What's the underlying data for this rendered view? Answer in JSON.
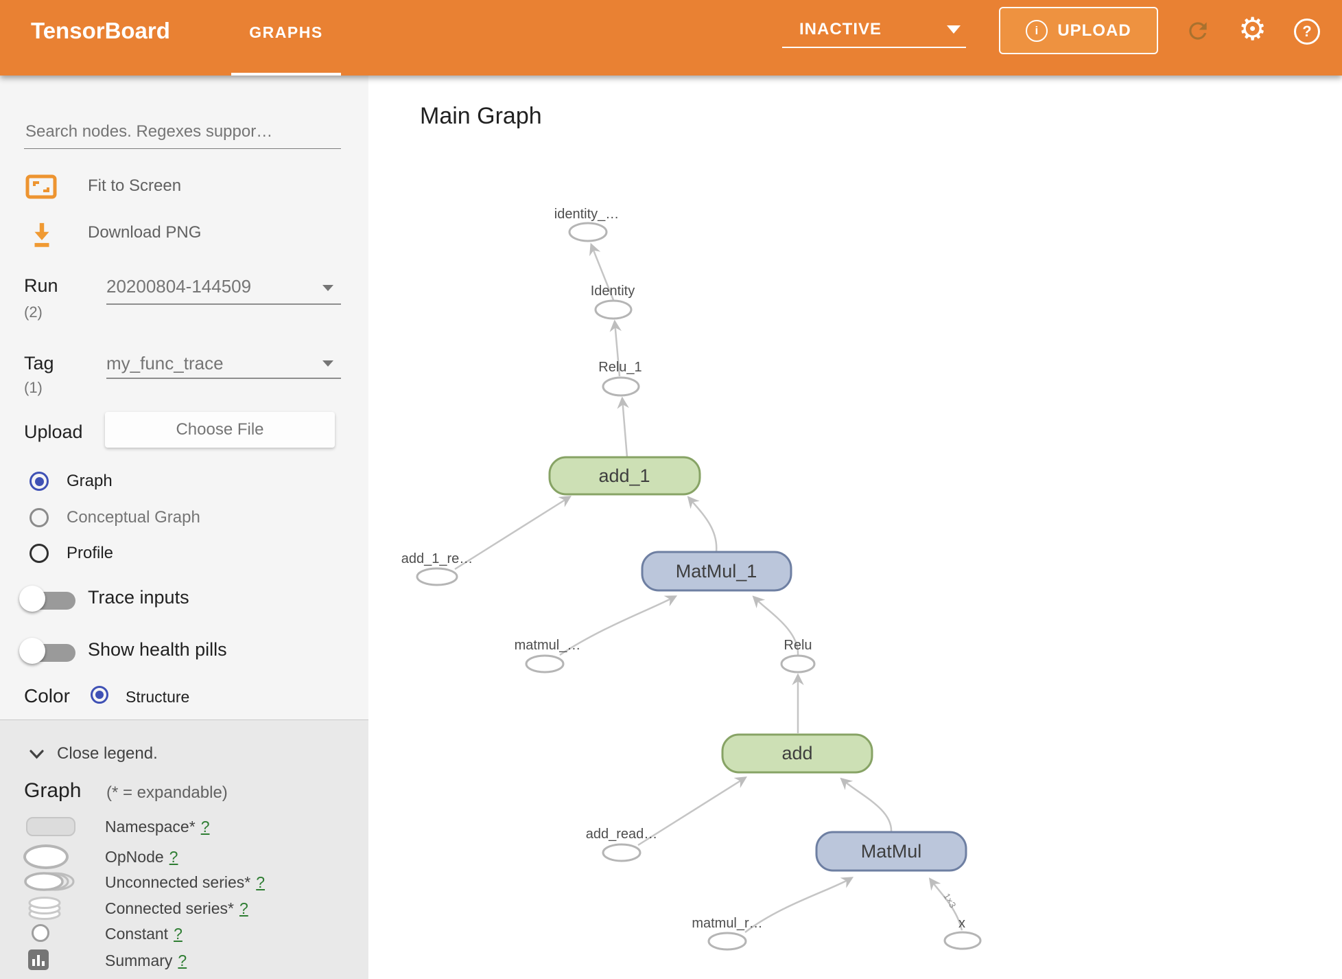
{
  "colors": {
    "header_bg": "#E98133",
    "accent_blue": "#3F51B5",
    "node_green_fill": "#CDE0B5",
    "node_green_border": "#87A365",
    "node_blue_fill": "#BBC6DB",
    "node_blue_border": "#6E7FA2",
    "edge_gray": "#C5C5C5",
    "help_link_green": "#2E7D32"
  },
  "header": {
    "logo": "TensorBoard",
    "tab": "GRAPHS",
    "status": "INACTIVE",
    "upload": "UPLOAD"
  },
  "sidebar": {
    "search_placeholder": "Search nodes. Regexes suppor…",
    "fit_to_screen": "Fit to Screen",
    "download_png": "Download PNG",
    "run": {
      "label": "Run",
      "count": "(2)",
      "value": "20200804-144509"
    },
    "tag": {
      "label": "Tag",
      "count": "(1)",
      "value": "my_func_trace"
    },
    "upload": {
      "label": "Upload",
      "button": "Choose File"
    },
    "views": [
      "Graph",
      "Conceptual Graph",
      "Profile"
    ],
    "toggles": [
      "Trace inputs",
      "Show health pills"
    ],
    "color": {
      "label": "Color",
      "option": "Structure"
    },
    "legend": {
      "close": "Close legend.",
      "heading": "Graph",
      "note": "(* = expandable)",
      "items": [
        {
          "label": "Namespace*",
          "help": "?"
        },
        {
          "label": "OpNode",
          "help": "?"
        },
        {
          "label": "Unconnected series*",
          "help": "?"
        },
        {
          "label": "Connected series*",
          "help": "?"
        },
        {
          "label": "Constant",
          "help": "?"
        },
        {
          "label": "Summary",
          "help": "?"
        }
      ]
    }
  },
  "main": {
    "title": "Main Graph",
    "nodes": {
      "identity_out": "identity_…",
      "identity": "Identity",
      "relu_1": "Relu_1",
      "add_1": "add_1",
      "add_1_read": "add_1_re…",
      "matmul_1": "MatMul_1",
      "matmul_read_1": "matmul_…",
      "relu": "Relu",
      "add": "add",
      "add_read": "add_read…",
      "matmul": "MatMul",
      "matmul_read": "matmul_r…",
      "x": "x"
    },
    "edge_labels": {
      "x_matmul": "1×3"
    }
  }
}
